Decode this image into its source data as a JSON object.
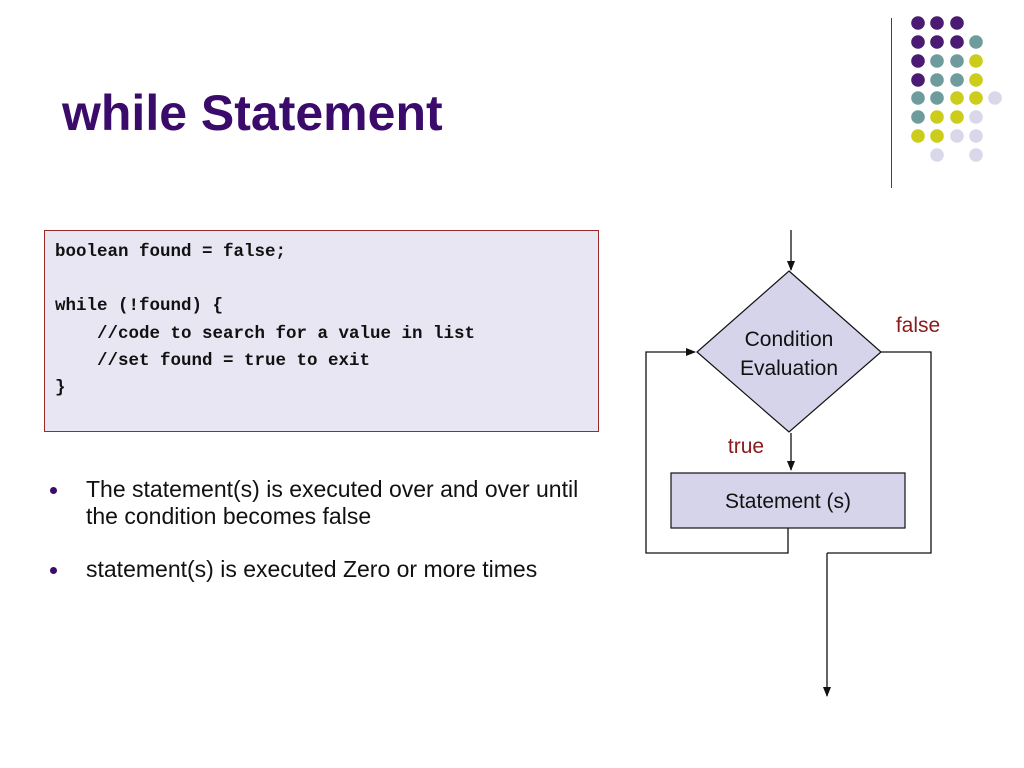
{
  "slide": {
    "title": "while Statement"
  },
  "code": {
    "lines": [
      "boolean found = false;",
      "",
      "while (!found) {",
      "//code to search for a value in list",
      "//set found = true to exit",
      "}"
    ]
  },
  "bullets": [
    "The statement(s) is executed over and over until the condition becomes false",
    "statement(s) is executed Zero or more times"
  ],
  "flowchart": {
    "condition_line1": "Condition",
    "condition_line2": "Evaluation",
    "statement_label": "Statement (s)",
    "false_label": "false",
    "true_label": "true"
  },
  "colors": {
    "title": "#3b0b6b",
    "code_bg": "#e7e6f2",
    "code_border": "#9b2a2a",
    "diamond_fill": "#d6d4ea",
    "branch_label": "#8b1a1a",
    "dot_purple": "#4b1a72",
    "dot_teal": "#6e9c9c",
    "dot_yellow": "#cccc1a",
    "dot_lavender": "#d9d8ea"
  }
}
